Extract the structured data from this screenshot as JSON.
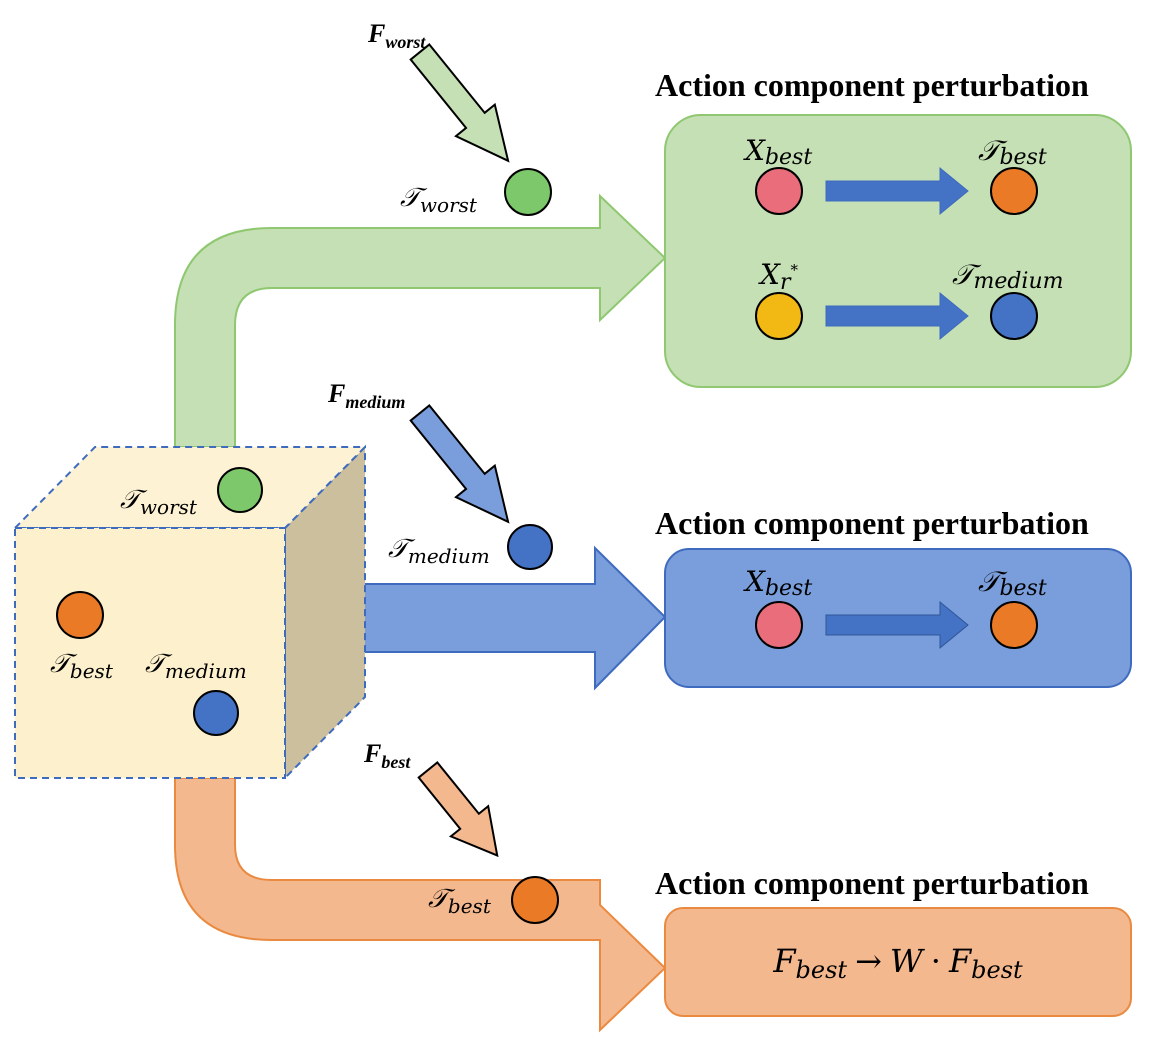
{
  "colors": {
    "green_fill": "#c5e0b4",
    "green_stroke": "#8fc871",
    "blue_fill": "#7a9edb",
    "blue_stroke": "#3f6bbf",
    "orange_fill": "#f4b88f",
    "orange_stroke": "#ea8a40",
    "cube_front": "#fdf0cc",
    "cube_top": "#fdf3d4",
    "cube_side": "#cbbf9d",
    "dot_green": "#7dc86a",
    "dot_blue": "#4472c4",
    "dot_orange": "#ea7a26",
    "dot_pink": "#ea6d7c",
    "dot_yellow": "#f2b915",
    "inner_arrow": "#4472c4"
  },
  "panels": [
    {
      "title": "Action component perturbation",
      "rows": [
        {
          "from_main": "X",
          "from_sub": "best",
          "to_main": "𝒯",
          "to_sub": "best"
        },
        {
          "from_main": "X",
          "from_sub": "r",
          "from_sup": "*",
          "to_main": "𝒯",
          "to_sub": "medium"
        }
      ]
    },
    {
      "title": "Action component perturbation",
      "rows": [
        {
          "from_main": "X",
          "from_sub": "best",
          "to_main": "𝒯",
          "to_sub": "best"
        }
      ]
    },
    {
      "title": "Action component perturbation",
      "formula": {
        "f1_main": "F",
        "f1_sub": "best",
        "arrow": "→",
        "w": "W",
        "dot": "·",
        "f2_main": "F",
        "f2_sub": "best"
      }
    }
  ],
  "force_labels": [
    {
      "main": "F",
      "sub": "worst"
    },
    {
      "main": "F",
      "sub": "medium"
    },
    {
      "main": "F",
      "sub": "best"
    }
  ],
  "mid_labels": [
    {
      "main": "𝒯",
      "sub": "worst"
    },
    {
      "main": "𝒯",
      "sub": "medium"
    },
    {
      "main": "𝒯",
      "sub": "best"
    }
  ],
  "cube_labels": [
    {
      "main": "𝒯",
      "sub": "worst"
    },
    {
      "main": "𝒯",
      "sub": "best"
    },
    {
      "main": "𝒯",
      "sub": "medium"
    }
  ]
}
